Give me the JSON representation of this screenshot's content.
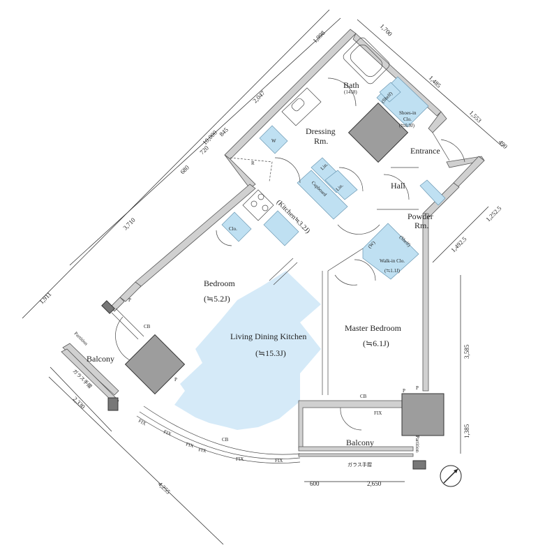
{
  "rooms": {
    "bath": "Bath",
    "bath_size": "(1418)",
    "dressing": "Dressing",
    "dressing_rm": "Rm.",
    "entrance": "Entrance",
    "hall": "Hall",
    "powder": "Powder",
    "powder_rm": "Rm.",
    "shoes_in": "Shoes-in",
    "shoes_clo": "Clo.",
    "shoes_size": "(≒0.9J)",
    "shelf_top": "(Shelf)",
    "shelf_wic": "(Shelf)",
    "walk_in": "Walk-in Clo.",
    "walk_in_size": "(≒1.1J)",
    "kitchen": "(Kitchen≒3.2J)",
    "bedroom": "Bedroom",
    "bedroom_size": "(≒5.2J)",
    "ldk": "Living Dining Kitchen",
    "ldk_size": "(≒15.3J)",
    "master": "Master Bedroom",
    "master_size": "(≒6.1J)",
    "balcony_left": "Balcony",
    "balcony_bottom": "Balcony",
    "partition_left": "Partition",
    "partition_right": "Partition",
    "glass_left": "ガラス手摺",
    "glass_bottom": "ガラス手摺"
  },
  "marks": {
    "w": "W",
    "r": "R",
    "lin1": "Lin.",
    "lin2": "Lin.",
    "cupboard": "Cupboard",
    "clo": "Clo.",
    "p1": "P",
    "p2": "P",
    "p3": "P",
    "p4": "P",
    "cb1": "CB",
    "cb2": "CB",
    "cb3": "CB",
    "fix1": "FIX",
    "fix2": "FIX",
    "fix3": "FIX",
    "fix4": "FIX",
    "fix5": "FIX",
    "fix6": "FIX",
    "fix7": "FIX",
    "w2": "(W)"
  },
  "dimensions": {
    "left": [
      "1,998",
      "2,047",
      "845",
      "720",
      "680",
      "3,710",
      "1,911"
    ],
    "total": "10,000",
    "top_right": [
      "1,700",
      "1,485",
      "1,553",
      "490"
    ],
    "right_mid": [
      "1,252.5",
      "1,492.5"
    ],
    "right_side": [
      "3,585",
      "1,385"
    ],
    "bottom": [
      "600",
      "2,650"
    ],
    "lower_left": [
      "2,330",
      "4,255"
    ]
  }
}
